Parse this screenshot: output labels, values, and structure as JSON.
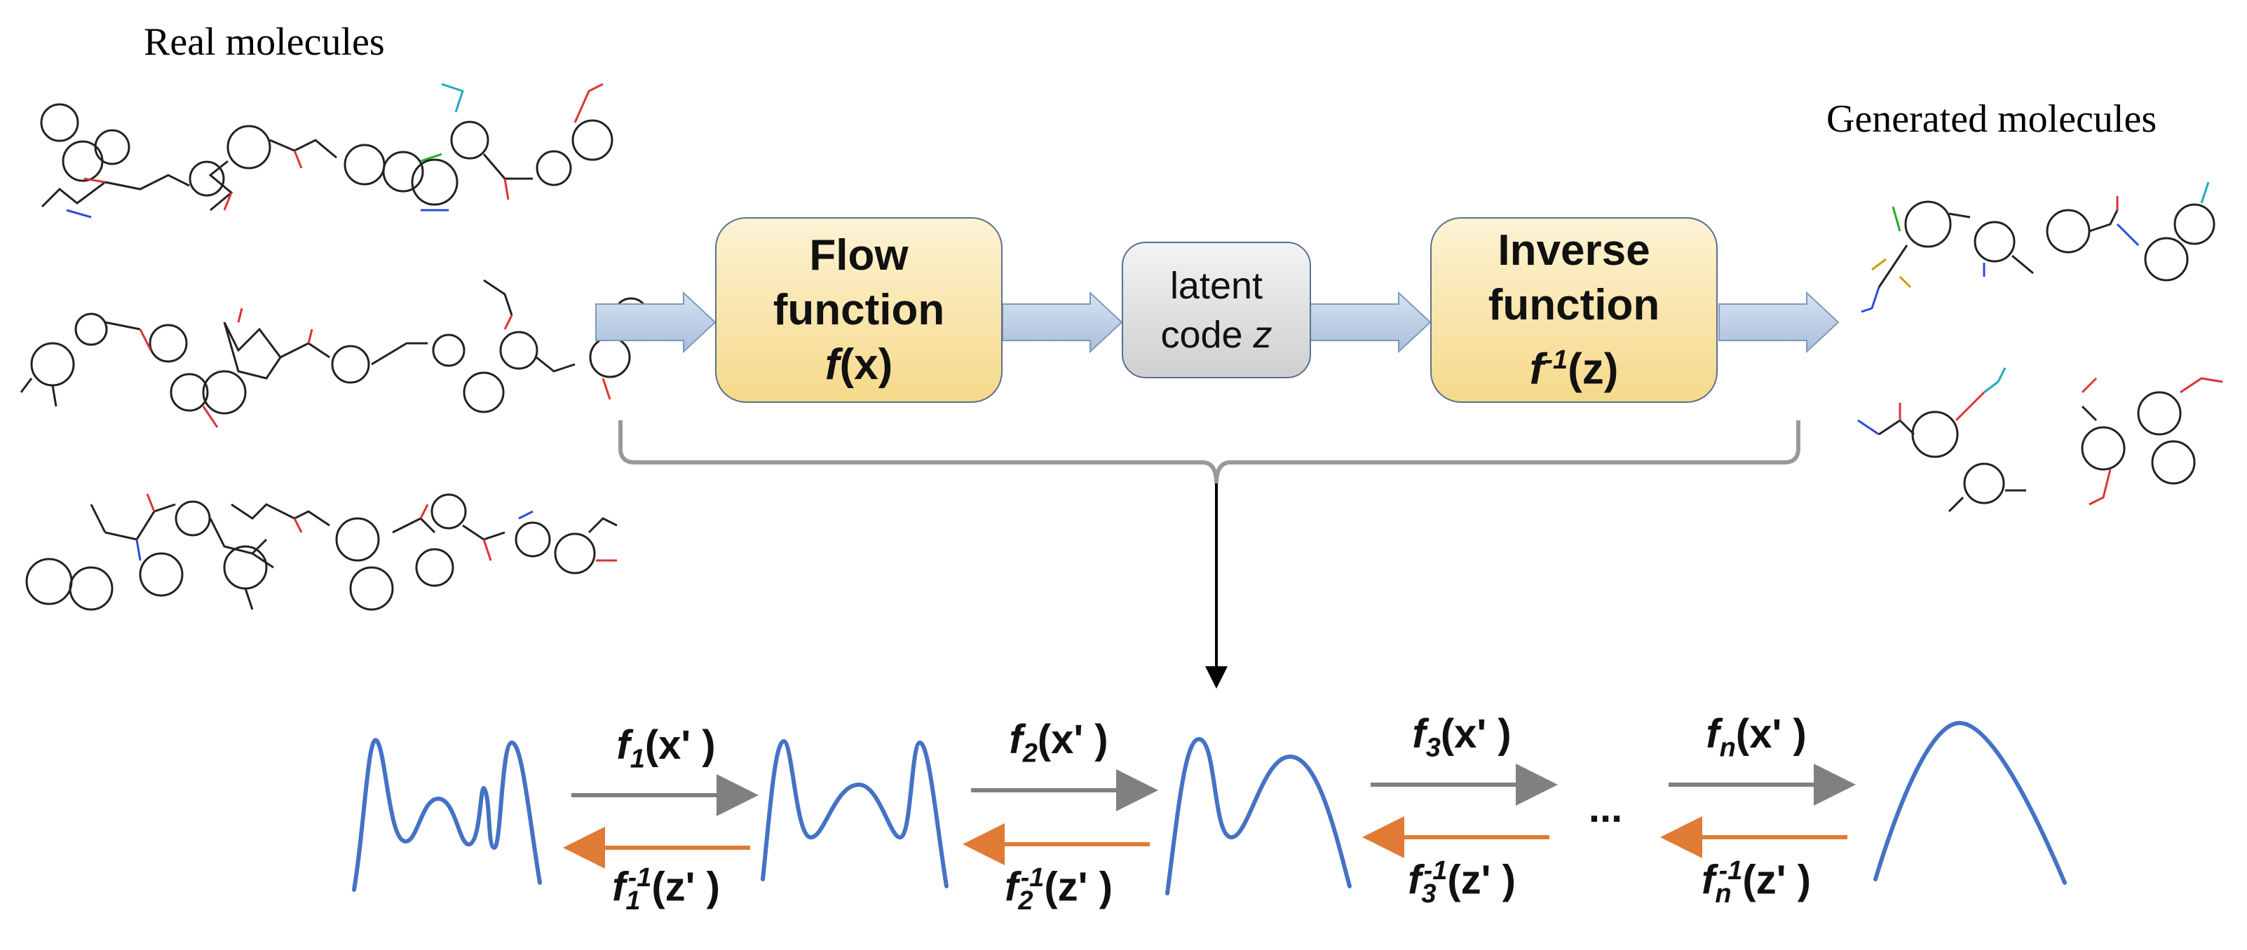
{
  "headings": {
    "real": "Real molecules",
    "generated": "Generated molecules"
  },
  "boxes": {
    "flow": {
      "line1": "Flow",
      "line2": "function",
      "fn": "f",
      "arg": "(x)"
    },
    "latent": {
      "line1": "latent",
      "line2": "code ",
      "var": "z"
    },
    "inverse": {
      "line1": "Inverse",
      "line2": "function",
      "fn": "f",
      "sup": "-1",
      "arg": "(z)"
    }
  },
  "steps": [
    {
      "fn": "f",
      "sub": "1",
      "fwd_arg": "(x'  )",
      "inv_sup": "-1",
      "inv_arg": "(z'  )"
    },
    {
      "fn": "f",
      "sub": "2",
      "fwd_arg": "(x'  )",
      "inv_sup": "-1",
      "inv_arg": "(z'  )"
    },
    {
      "fn": "f",
      "sub": "3",
      "fwd_arg": "(x'  )",
      "inv_sup": "-1",
      "inv_arg": "(z'  )"
    },
    {
      "fn": "f",
      "sub": "n",
      "fwd_arg": "(x'  )",
      "inv_sup": "-1",
      "inv_arg": "(z'  )"
    }
  ],
  "ellipsis": "...",
  "colors": {
    "forward_arrow": "#808080",
    "inverse_arrow": "#e07b35",
    "curve": "#4472c4",
    "block_arrow": "#b8cce4"
  }
}
